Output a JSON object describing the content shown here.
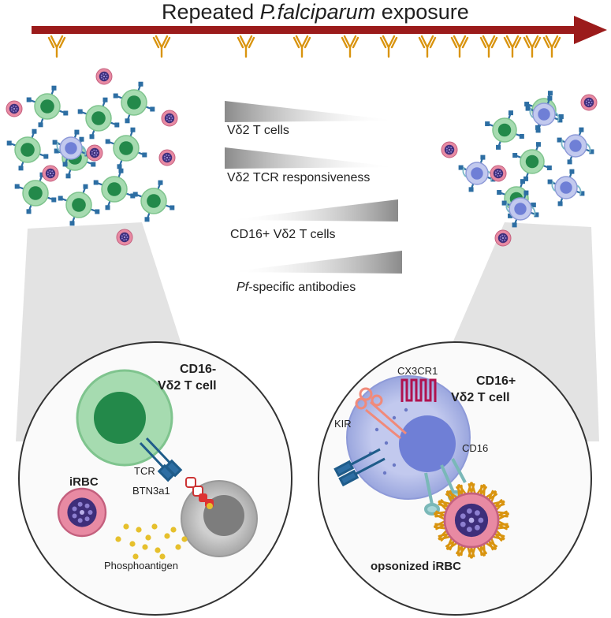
{
  "title": {
    "prefix": "Repeated ",
    "italic": "P.falciparum",
    "suffix": " exposure"
  },
  "trends": {
    "vd2_cells": "Vδ2 T cells",
    "tcr_responsiveness": "Vδ2 TCR responsiveness",
    "cd16_cells": "CD16+ Vδ2 T cells",
    "antibodies_italic": "Pf",
    "antibodies_rest": "-specific antibodies"
  },
  "left_panel": {
    "cell_title_line1": "CD16-",
    "cell_title_line2": "Vδ2 T cell",
    "tcr": "TCR",
    "btn3a1": "BTN3a1",
    "irbc": "iRBC",
    "phosphoantigen": "Phosphoantigen"
  },
  "right_panel": {
    "cell_title_line1": "CD16+",
    "cell_title_line2": "Vδ2 T cell",
    "cx3cr1": "CX3CR1",
    "kir": "KIR",
    "cd16": "CD16",
    "opsonized": "opsonized iRBC"
  },
  "colors": {
    "arrow": "#9b1b1b",
    "antibody": "#d9940f",
    "cd16_neg_cell": "#8ccc9a",
    "cd16_neg_nucleus": "#23894a",
    "cd16_pos_cell": "#a9b4e3",
    "cd16_pos_nucleus": "#6f7fd6",
    "irbc_outer": "#e88aa3",
    "irbc_inner": "#3e2e7a",
    "tcr": "#2d6ea3",
    "phosphoantigen": "#e6c02c",
    "cx3cr1": "#c2185b",
    "kir": "#f08a7a",
    "apc": "#a8a8a8"
  },
  "icons": [
    "antibody-icon",
    "t-cell-icon",
    "irbc-icon",
    "tcr-icon",
    "receptor-icon"
  ]
}
